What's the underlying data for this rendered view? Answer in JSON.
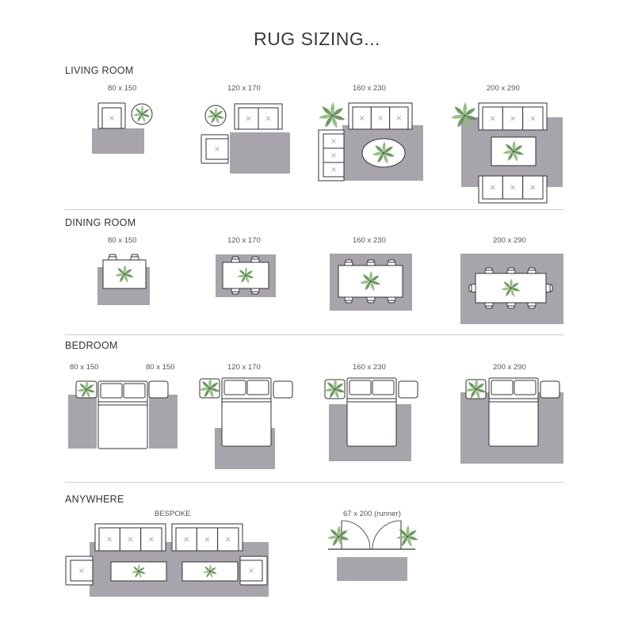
{
  "title": "RUG SIZING...",
  "sections": {
    "living": {
      "name": "LIVING ROOM",
      "sizes": [
        "80 x 150",
        "120 x 170",
        "160 x 230",
        "200 x 290"
      ]
    },
    "dining": {
      "name": "DINING ROOM",
      "sizes": [
        "80 x 150",
        "120 x 170",
        "160 x 230",
        "200 x 290"
      ]
    },
    "bedroom": {
      "name": "BEDROOM",
      "sizes": [
        "80 x 150",
        "80 x 150",
        "120 x 170",
        "160 x 230",
        "200 x 290"
      ]
    },
    "anywhere": {
      "name": "ANYWHERE",
      "sizes": [
        "BESPOKE",
        "67 x 200 (runner)"
      ]
    }
  },
  "colors": {
    "rug": "#a8a4ab",
    "line": "#333333",
    "leaf": "#8fb87a",
    "leaf_dark": "#5f8f52",
    "divider": "#cfcfcf"
  },
  "icons": [
    "sofa-icon",
    "armchair-icon",
    "plant-icon",
    "coffee-table-icon",
    "dining-table-icon",
    "chair-icon",
    "bed-icon",
    "nightstand-icon",
    "door-icon"
  ]
}
